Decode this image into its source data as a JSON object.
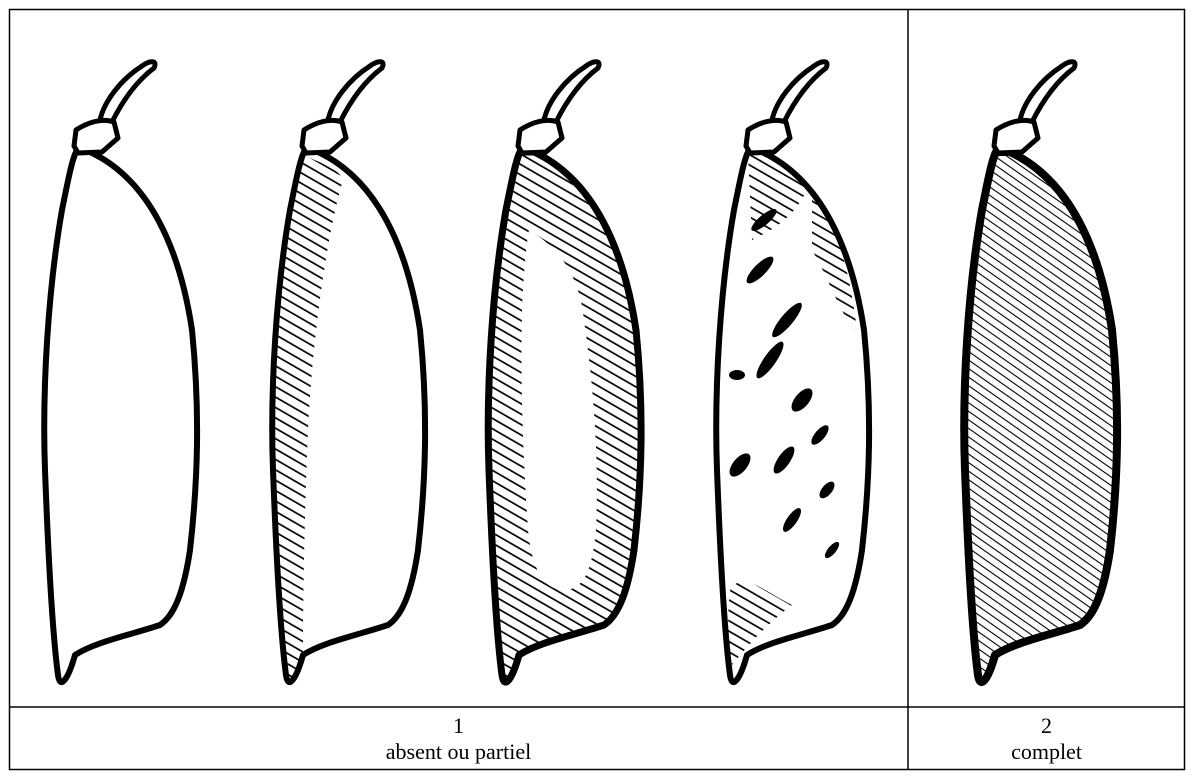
{
  "columns": [
    {
      "number": "1",
      "label": "absent ou partiel"
    },
    {
      "number": "2",
      "label": "complet"
    }
  ],
  "colors": {
    "ink": "#000000",
    "paper": "#ffffff"
  }
}
